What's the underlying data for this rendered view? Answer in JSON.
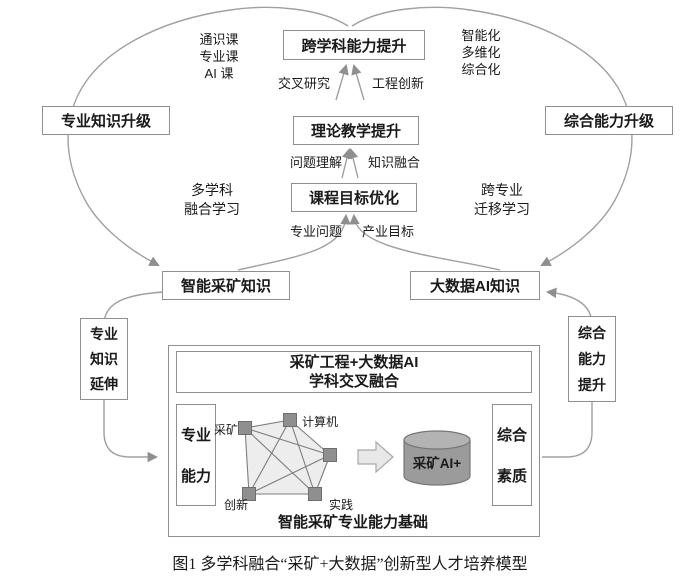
{
  "figure": {
    "caption": "图1 多学科融合“采矿+大数据”创新型人才培养模型"
  },
  "center_flow": {
    "top_box": "跨学科能力提升",
    "top_sub_left": "交叉研究",
    "top_sub_right": "工程创新",
    "mid_box": "理论教学提升",
    "mid_sub_left": "问题理解",
    "mid_sub_right": "知识融合",
    "bottom_box": "课程目标优化",
    "bottom_sub_left": "专业问题",
    "bottom_sub_right": "产业目标"
  },
  "annotations": {
    "left_courses": [
      "通识课",
      "专业课",
      "AI 课"
    ],
    "right_traits": [
      "智能化",
      "多维化",
      "综合化"
    ],
    "left_learning": [
      "多学科",
      "融合学习"
    ],
    "right_learning": [
      "跨专业",
      "迁移学习"
    ]
  },
  "side_boxes": {
    "left": "专业知识升级",
    "right": "综合能力升级"
  },
  "knowledge_boxes": {
    "left": "智能采矿知识",
    "right": "大数据AI知识"
  },
  "vertical_boxes": {
    "left": [
      "专业",
      "知识",
      "延伸"
    ],
    "right": [
      "综合",
      "能力",
      "提升"
    ]
  },
  "foundation": {
    "header": [
      "采矿工程+大数据AI",
      "学科交叉融合"
    ],
    "left_box": [
      "专业",
      "能力"
    ],
    "right_box": [
      "综合",
      "素质"
    ],
    "network_labels": {
      "top_left": "采矿",
      "top_right": "计算机",
      "bottom_left": "创新",
      "bottom_right": "实践"
    },
    "cylinder": "采矿AI+",
    "footer": "智能采矿专业能力基础"
  },
  "colors": {
    "border": "#8f8f8f",
    "line": "#a0a0a0",
    "node": "#8f8f8f",
    "cylinder_body": "#9b9b9b",
    "cylinder_top": "#b3b3b3"
  }
}
